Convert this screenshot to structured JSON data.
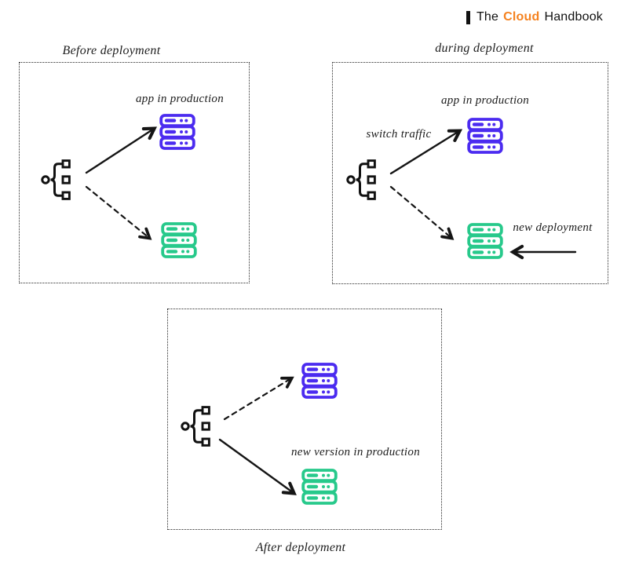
{
  "brand": {
    "prefix": "The",
    "highlight": "Cloud",
    "suffix": "Handbook"
  },
  "colors": {
    "purple": "#4B2BF0",
    "green": "#27C98B",
    "orange": "#F5821F",
    "ink": "#111111"
  },
  "icons": {
    "brand_bar": "brand-bar-icon",
    "load_balancer": "load-balancer-icon",
    "server_purple": "server-stack-purple-icon",
    "server_green": "server-stack-green-icon",
    "solid_arrow": "traffic-arrow",
    "dashed_arrow": "idle-traffic-arrow"
  },
  "panels": {
    "before": {
      "title": "Before deployment",
      "app_in_production": "app in production"
    },
    "during": {
      "title": "during deployment",
      "app_in_production": "app in production",
      "switch_traffic": "switch traffic",
      "new_deployment": "new deployment"
    },
    "after": {
      "title": "After deployment",
      "new_version_in_production": "new version in production"
    }
  }
}
